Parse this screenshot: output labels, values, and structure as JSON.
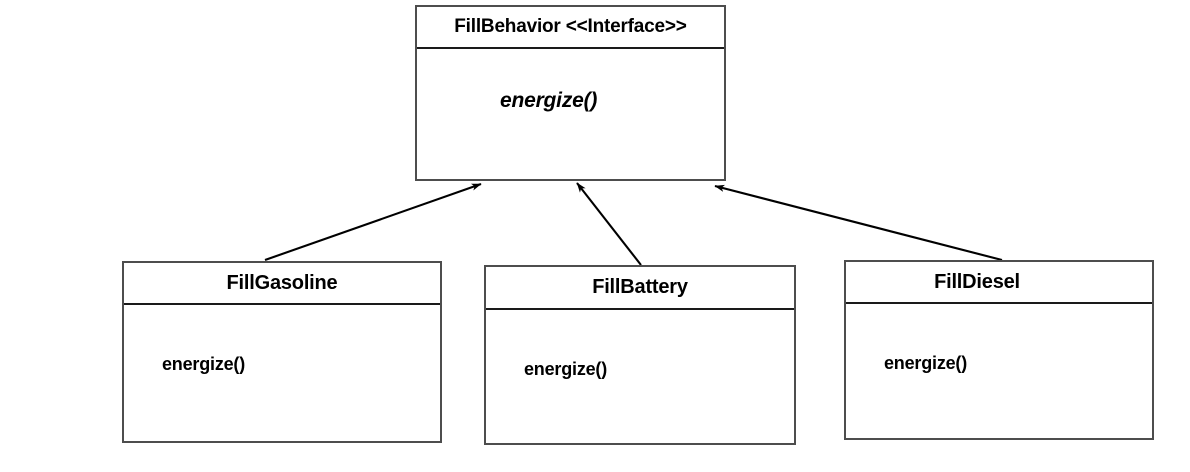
{
  "diagram": {
    "type": "uml-class-diagram",
    "pattern": "strategy",
    "background_color": "#ffffff",
    "line_color": "#1a1a1a",
    "box_border_color": "#4d4d4d",
    "text_color": "#000000"
  },
  "interface": {
    "name": "FillBehavior <<Interface>>",
    "stereotype": "<<Interface>>",
    "base_name": "FillBehavior",
    "members": [
      {
        "label": "energize()",
        "abstract": true
      }
    ]
  },
  "classes": [
    {
      "id": "fillgasoline",
      "name": "FillGasoline",
      "members": [
        {
          "label": "energize()",
          "abstract": false
        }
      ]
    },
    {
      "id": "fillbattery",
      "name": "FillBattery",
      "members": [
        {
          "label": "energize()",
          "abstract": false
        }
      ]
    },
    {
      "id": "filldiesel",
      "name": "FillDiesel",
      "members": [
        {
          "label": "energize()",
          "abstract": false
        }
      ]
    }
  ],
  "relationships": [
    {
      "id": "rel-gasoline",
      "from": "FillGasoline",
      "to": "FillBehavior <<Interface>>",
      "kind": "implements",
      "arrow": "solid-filled"
    },
    {
      "id": "rel-battery",
      "from": "FillBattery",
      "to": "FillBehavior <<Interface>>",
      "kind": "implements",
      "arrow": "solid-filled"
    },
    {
      "id": "rel-diesel",
      "from": "FillDiesel",
      "to": "FillBehavior <<Interface>>",
      "kind": "implements",
      "arrow": "solid-filled"
    }
  ]
}
